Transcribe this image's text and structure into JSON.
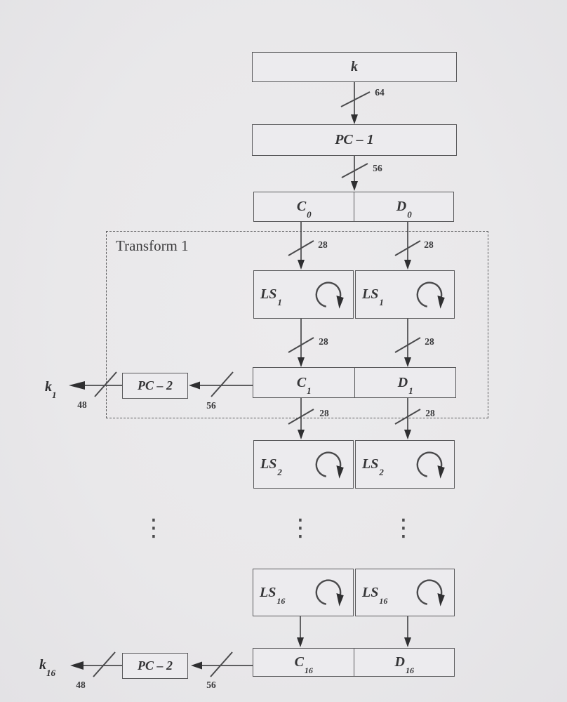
{
  "colors": {
    "background": "#e9e8ea",
    "line": "#4a4a4c",
    "box_fill": "#ecebee",
    "text": "#353537"
  },
  "boxes": {
    "key": {
      "label": "k"
    },
    "pc1": {
      "label": "PC – 1"
    },
    "c0": {
      "base": "C",
      "sub": "0"
    },
    "d0": {
      "base": "D",
      "sub": "0"
    },
    "ls1_left": {
      "base": "LS",
      "sub": "1"
    },
    "ls1_right": {
      "base": "LS",
      "sub": "1"
    },
    "c1": {
      "base": "C",
      "sub": "1"
    },
    "d1": {
      "base": "D",
      "sub": "1"
    },
    "pc2_round1": {
      "label": "PC – 2"
    },
    "ls2_left": {
      "base": "LS",
      "sub": "2"
    },
    "ls2_right": {
      "base": "LS",
      "sub": "2"
    },
    "ls16_left": {
      "base": "LS",
      "sub": "16"
    },
    "ls16_right": {
      "base": "LS",
      "sub": "16"
    },
    "c16": {
      "base": "C",
      "sub": "16"
    },
    "d16": {
      "base": "D",
      "sub": "16"
    },
    "pc2_round16": {
      "label": "PC – 2"
    }
  },
  "region": {
    "transform1_label": "Transform 1"
  },
  "outputs": {
    "k1": {
      "base": "k",
      "sub": "1"
    },
    "k16": {
      "base": "k",
      "sub": "16"
    }
  },
  "bus_labels": {
    "b64": "64",
    "b56_top": "56",
    "b28_c0_ls1": "28",
    "b28_d0_ls1": "28",
    "b28_ls1_c1": "28",
    "b28_ls1_d1": "28",
    "b28_c1_ls2": "28",
    "b28_d1_ls2": "28",
    "b48_round1": "48",
    "b56_round1": "56",
    "b48_round16": "48",
    "b56_round16": "56"
  },
  "ellipsis": {
    "left": "⋮",
    "middle": "⋮",
    "right": "⋮"
  }
}
